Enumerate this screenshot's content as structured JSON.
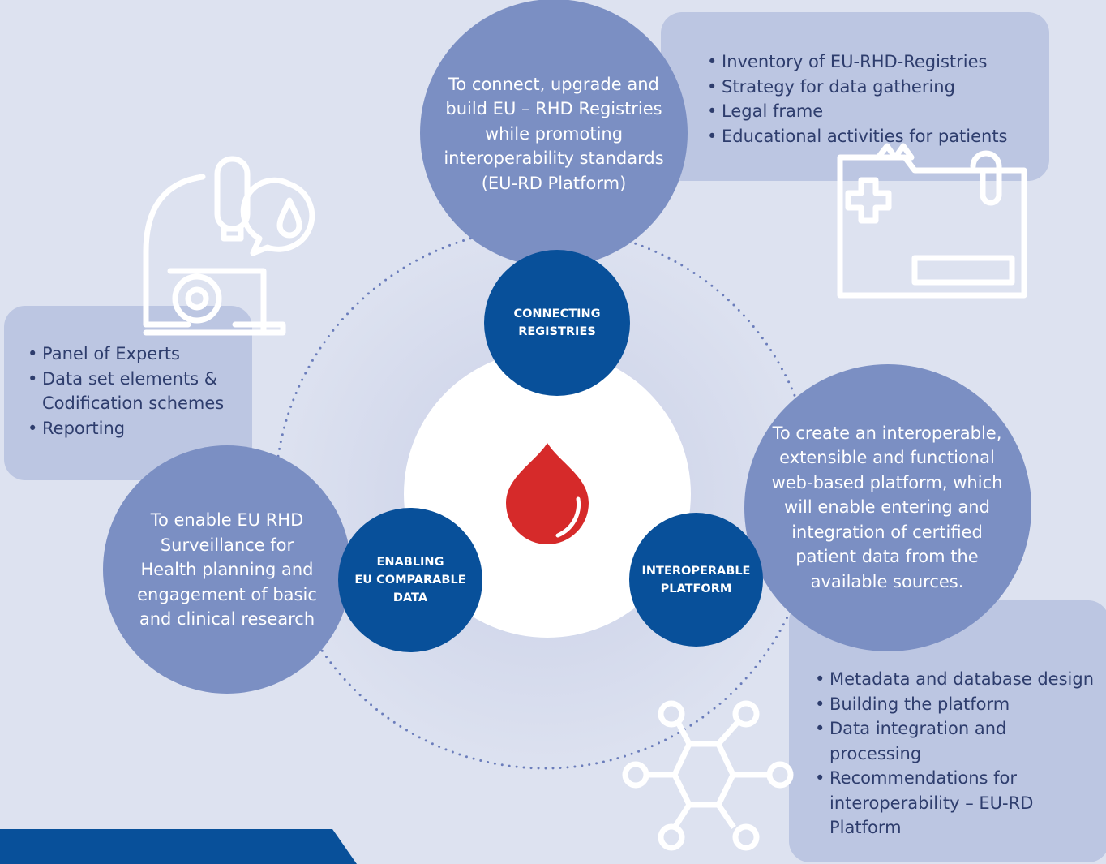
{
  "colors": {
    "background": "#dde2f0",
    "info_box": "#bcc6e2",
    "goal_circle": "#7b8fc3",
    "hub_circle": "#08509a",
    "center": "#ffffff",
    "drop": "#d62a2a",
    "bullet_text": "#2e3d6d",
    "bottom_band": "#08509a"
  },
  "icons": [
    "microscope-icon",
    "medical-folder-icon",
    "network-molecule-icon",
    "blood-drop-icon"
  ],
  "goals": {
    "top": "To connect, upgrade and build EU – RHD Registries  while promoting interoperability standards (EU-RD Platform)",
    "left": "To enable EU RHD Surveillance for Health planning and engagement of basic and clinical research",
    "right": "To create an interoperable, extensible and functional web-based platform, which will enable entering and integration of certified patient data from the available sources."
  },
  "hubs": {
    "top": [
      "CONNECTING",
      "REGISTRIES"
    ],
    "left": [
      "ENABLING",
      "EU COMPARABLE",
      "DATA"
    ],
    "right": [
      "INTEROPERABLE",
      "PLATFORM"
    ]
  },
  "boxes": {
    "top_right": [
      "Inventory of EU-RHD-Registries",
      "Strategy for data gathering",
      "Legal frame",
      "Educational activities for patients"
    ],
    "left": [
      "Panel of Experts",
      "Data set elements & Codification schemes",
      "Reporting"
    ],
    "bottom_right": [
      "Metadata and database design",
      "Building the platform",
      "Data integration and processing",
      "Recommendations for interoperability – EU-RD Platform"
    ]
  }
}
